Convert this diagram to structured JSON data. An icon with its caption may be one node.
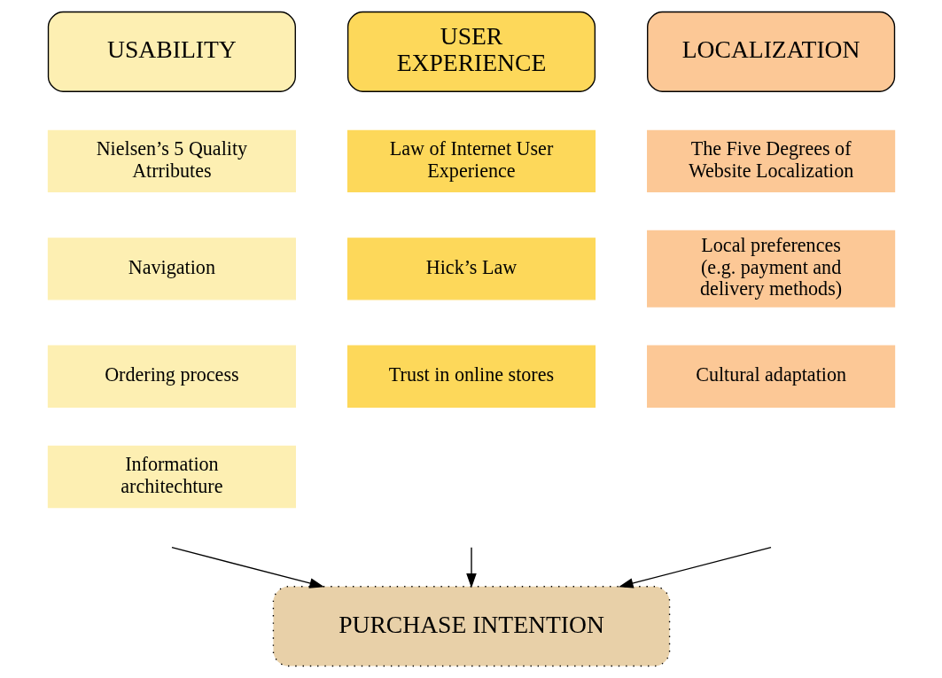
{
  "diagram": {
    "nodes": [
      {
        "text": [
          "USABILITY"
        ]
      },
      {
        "text": [
          "USER EXPERIENCE"
        ]
      },
      {
        "text": [
          "LOCALIZATION"
        ]
      },
      {
        "text": [
          "Nielsen’s 5 Quality Atrributes"
        ]
      },
      {
        "text": [
          "Navigation"
        ]
      },
      {
        "text": [
          "Ordering process"
        ]
      },
      {
        "text": [
          "Information architechture"
        ]
      },
      {
        "text": [
          "Law of Internet User Experience"
        ]
      },
      {
        "text": [
          "Hick’s Law"
        ]
      },
      {
        "text": [
          "Trust in online stores"
        ]
      },
      {
        "text": [
          "The Five Degrees of Website Localization"
        ]
      },
      {
        "text": [
          "Local preferences (e.g. payment and delivery methods)"
        ]
      },
      {
        "text": [
          "Cultural adaptation"
        ]
      },
      {
        "text": [
          "PURCHASE INTENTION"
        ]
      }
    ],
    "edges": [
      {
        "from": null,
        "to": 13,
        "arrow": "to"
      },
      {
        "from": null,
        "to": 13,
        "arrow": "to"
      },
      {
        "from": null,
        "to": 13,
        "arrow": "to"
      }
    ]
  }
}
